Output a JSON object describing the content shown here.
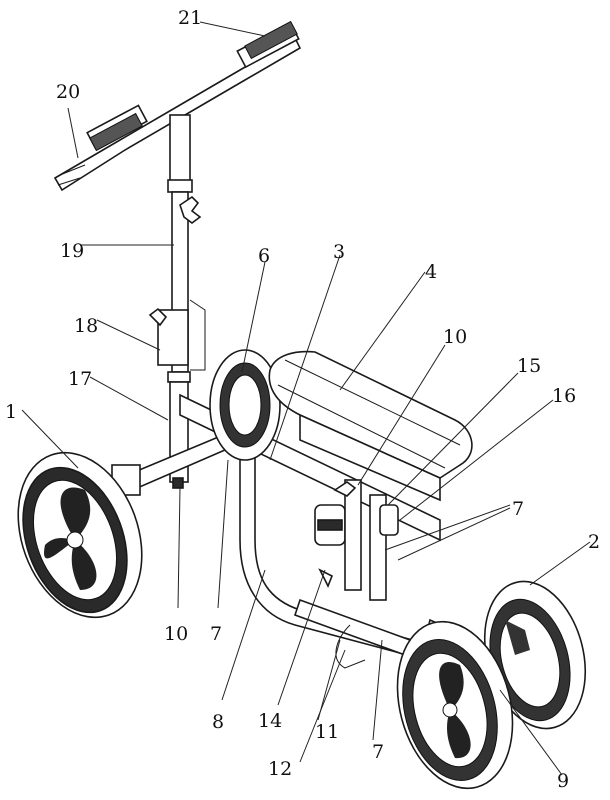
{
  "figure": {
    "subject": "knee scooter (perspective view)",
    "labels": [
      {
        "id": "21",
        "text": "21"
      },
      {
        "id": "20",
        "text": "20"
      },
      {
        "id": "19",
        "text": "19"
      },
      {
        "id": "18",
        "text": "18"
      },
      {
        "id": "17",
        "text": "17"
      },
      {
        "id": "1",
        "text": "1"
      },
      {
        "id": "6",
        "text": "6"
      },
      {
        "id": "3",
        "text": "3"
      },
      {
        "id": "4",
        "text": "4"
      },
      {
        "id": "10a",
        "text": "10"
      },
      {
        "id": "15",
        "text": "15"
      },
      {
        "id": "16",
        "text": "16"
      },
      {
        "id": "7a",
        "text": "7"
      },
      {
        "id": "2",
        "text": "2"
      },
      {
        "id": "10b",
        "text": "10"
      },
      {
        "id": "7b",
        "text": "7"
      },
      {
        "id": "8",
        "text": "8"
      },
      {
        "id": "14",
        "text": "14"
      },
      {
        "id": "12",
        "text": "12"
      },
      {
        "id": "11",
        "text": "11"
      },
      {
        "id": "7c",
        "text": "7"
      },
      {
        "id": "9",
        "text": "9"
      }
    ]
  }
}
